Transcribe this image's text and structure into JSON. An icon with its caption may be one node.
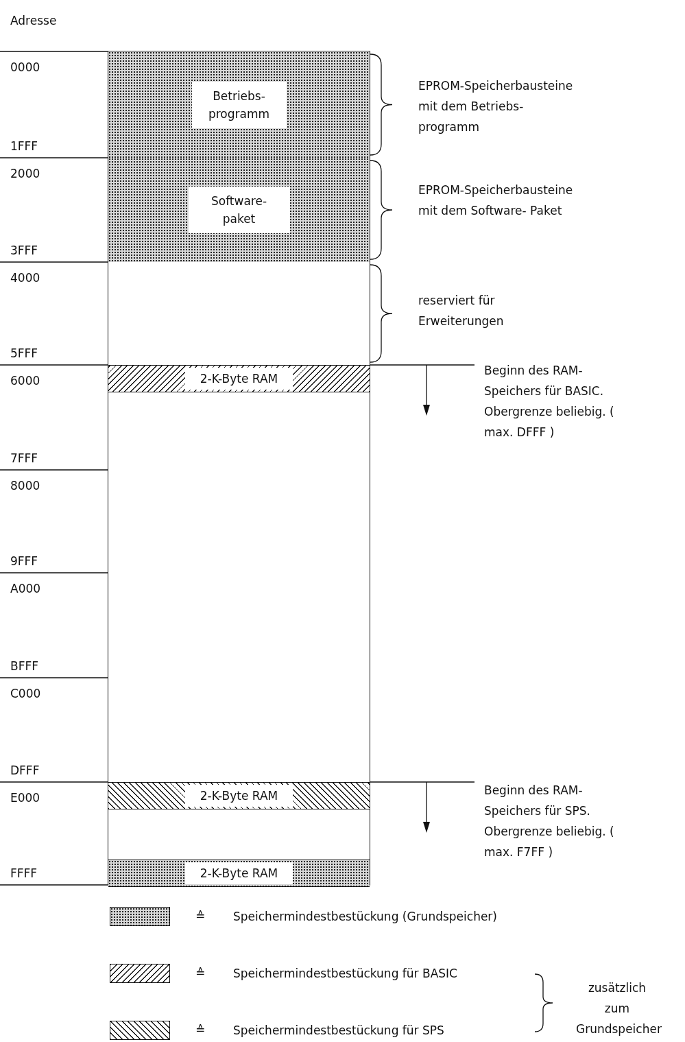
{
  "diagram": {
    "nodes": [
      {
        "text": [
          "Betriebs- programm"
        ]
      },
      {
        "text": [
          "Software- paket"
        ]
      },
      {
        "text": [],
        "shape": "box"
      },
      {
        "text": [],
        "shape": "box"
      },
      {
        "text": [
          "2-K-Byte RAM"
        ],
        "in": 3
      },
      {
        "text": [],
        "shape": "box"
      },
      {
        "text": [],
        "shape": "box"
      },
      {
        "text": [],
        "shape": "box"
      },
      {
        "text": [],
        "shape": "box"
      },
      {
        "text": [
          "2-K-Byte RAM"
        ],
        "in": 8
      },
      {
        "text": [
          "2-K-Byte RAM"
        ],
        "in": 8
      }
    ],
    "labels": [
      "Adresse",
      "0000",
      "1FFF",
      "2000",
      "3FFF",
      "4000",
      "5FFF",
      "6000",
      "7FFF",
      "8000",
      "9FFF",
      "A000",
      "BFFF",
      "C000",
      "DFFF",
      "E000",
      "FFFF",
      "EPROM-Speicherbausteine mit dem Betriebs- programm",
      "EPROM-Speicherbausteine mit dem Software- Paket",
      "reserviert für Erweiterungen",
      "Beginn des RAM- Speichers für BASIC. Obergrenze beliebig. ( max. DFFF )",
      "Beginn des RAM- Speichers für SPS. Obergrenze beliebig. ( max. F7FF )",
      "≙",
      "≙",
      "≙",
      "zusätzlich zum Grundspeicher"
    ],
    "legend": [
      {
        "text": "Speichermindestbestückung (Grundspeicher)"
      },
      {
        "text": "Speichermindestbestückung für BASIC"
      },
      {
        "text": "Speichermindestbestückung für SPS"
      }
    ]
  }
}
